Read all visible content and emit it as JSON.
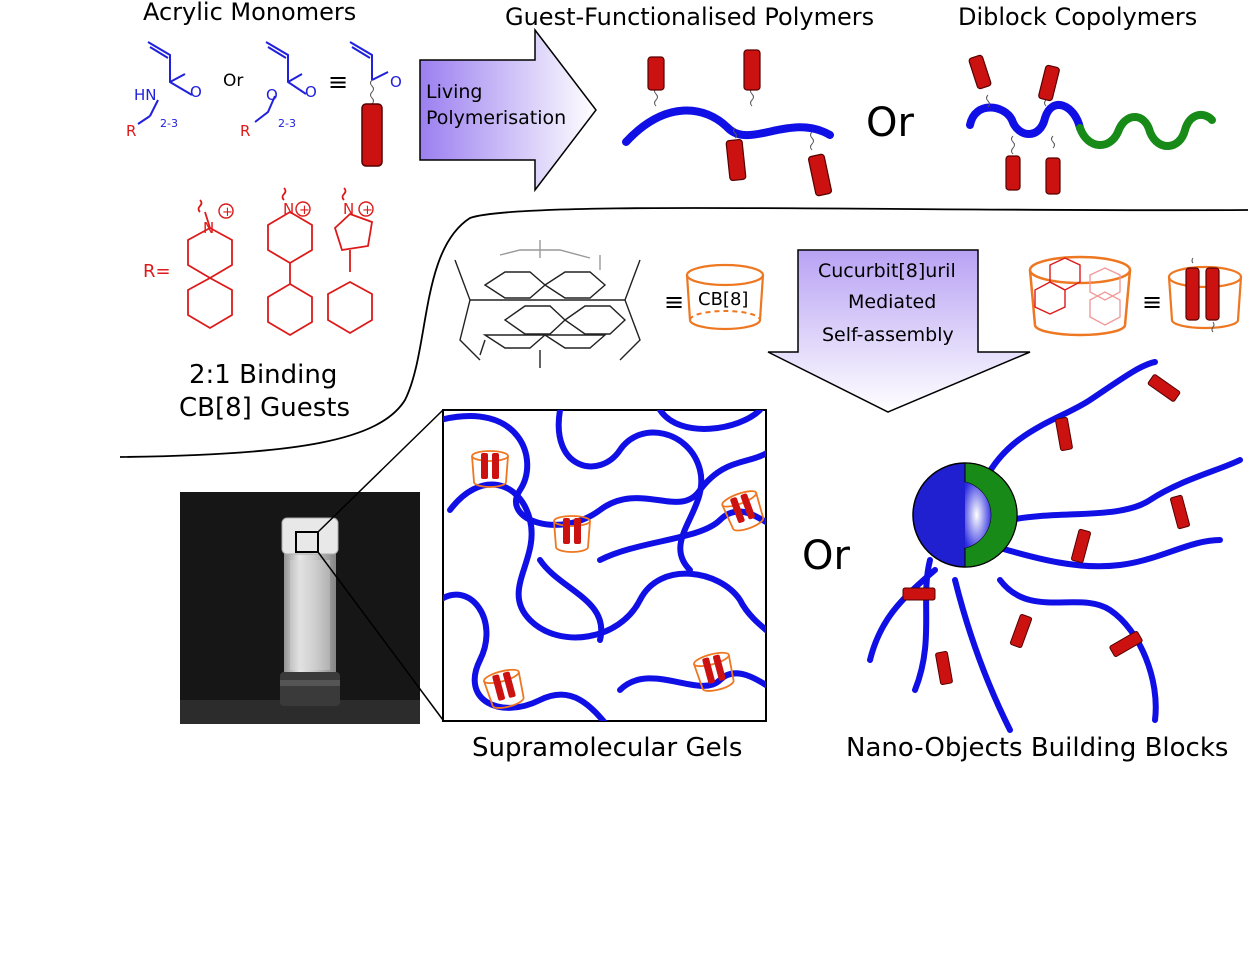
{
  "titles": {
    "monomers": "Acrylic Monomers",
    "guest_polymers": "Guest-Functionalised Polymers",
    "diblock": "Diblock Copolymers",
    "binding_line1": "2:1 Binding",
    "binding_line2": "CB[8] Guests",
    "gels": "Supramolecular Gels",
    "nano": "Nano-Objects Building Blocks"
  },
  "arrows": {
    "living_line1": "Living",
    "living_line2": "Polymerisation",
    "cb_line1": "Cucurbit[8]uril",
    "cb_line2": "Mediated",
    "cb_line3": "Self-assembly"
  },
  "labels": {
    "or_small": "Or",
    "or_top": "Or",
    "or_bottom": "Or",
    "equiv": "≡",
    "cb8": "CB[8]",
    "r_equals": "R=",
    "hn": "HN",
    "o": "O",
    "n": "N",
    "r": "R",
    "sub_23": "2-3",
    "plus": "+"
  },
  "colors": {
    "polymer": "#1010e6",
    "block2": "#178a17",
    "guest": "#cc1111",
    "cb_orange": "#ee7722",
    "arrow_purple": "#a98ef0",
    "chem_blue": "#2020dd",
    "chem_red": "#dd1a1a"
  }
}
